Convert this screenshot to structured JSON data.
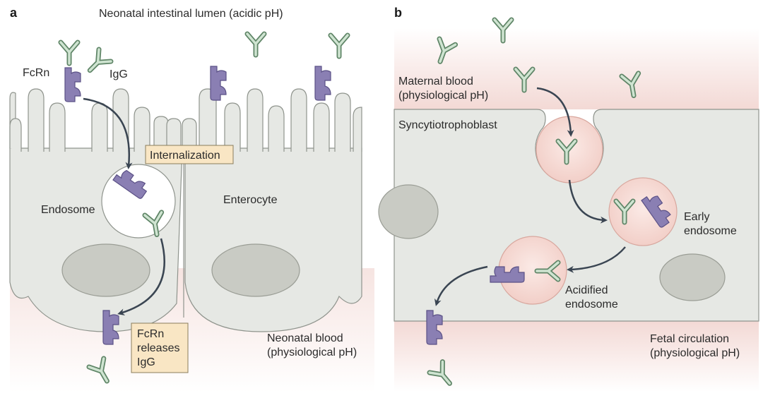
{
  "colors": {
    "cell_fill": "#e6e8e4",
    "cell_stroke": "#8f948d",
    "nucleus": "#c9cbc4",
    "fcrn": "#8a7fb3",
    "fcrn_stroke": "#5b5186",
    "igg": "#b8d3bb",
    "igg_stroke": "#5f8567",
    "endosome_pink": "#f6d9d3",
    "box_fill": "#f9e6c4",
    "arrow": "#3a4552",
    "blood_pink": "#f3dcd8"
  },
  "panel_a": {
    "letter": "a",
    "lumen_label": "Neonatal intestinal lumen (acidic pH)",
    "fcrn_label": "FcRn",
    "igg_label": "IgG",
    "internalization_label": "Internalization",
    "endosome_label": "Endosome",
    "enterocyte_label": "Enterocyte",
    "release_label": [
      "FcRn",
      "releases",
      "IgG"
    ],
    "blood_label": [
      "Neonatal blood",
      "(physiological pH)"
    ]
  },
  "panel_b": {
    "letter": "b",
    "maternal_label": [
      "Maternal blood",
      "(physiological pH)"
    ],
    "syncytio_label": "Syncytiotrophoblast",
    "early_label": [
      "Early",
      "endosome"
    ],
    "acidified_label": [
      "Acidified",
      "endosome"
    ],
    "fetal_label": [
      "Fetal circulation",
      "(physiological pH)"
    ]
  }
}
